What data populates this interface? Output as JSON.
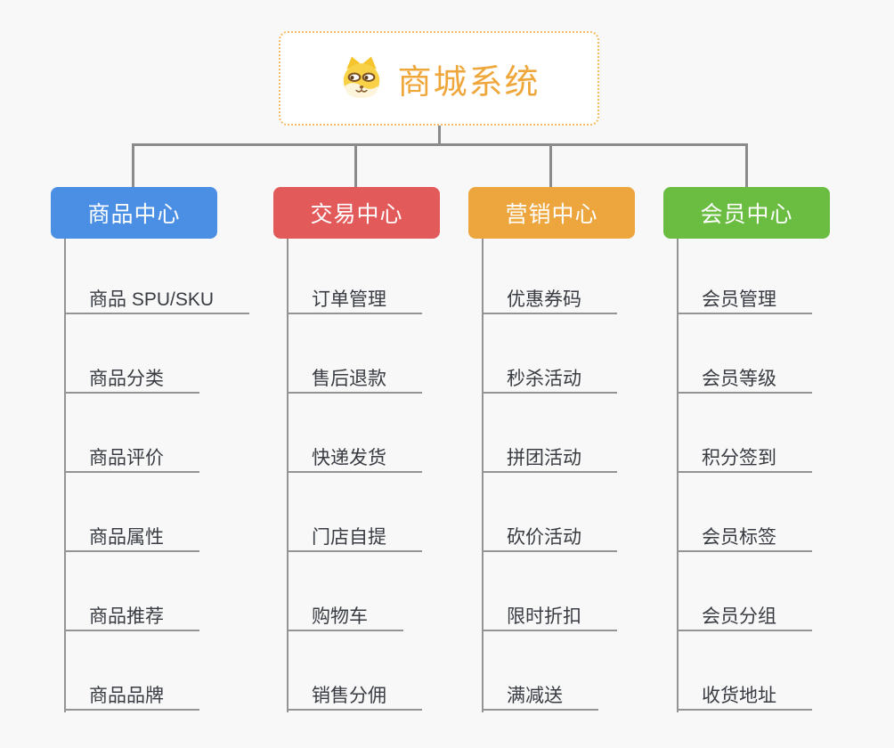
{
  "root": {
    "title": "商城系统",
    "title_color": "#efa73b",
    "border_color": "#f2bd62",
    "icon": "dog-face-icon"
  },
  "connector_color": "#8b8b8b",
  "background_color": "#f8f8f8",
  "branches": [
    {
      "label": "商品中心",
      "color": "#4a8fe4",
      "items": [
        "商品 SPU/SKU",
        "商品分类",
        "商品评价",
        "商品属性",
        "商品推荐",
        "商品品牌"
      ]
    },
    {
      "label": "交易中心",
      "color": "#e35a5a",
      "items": [
        "订单管理",
        "售后退款",
        "快递发货",
        "门店自提",
        "购物车",
        "销售分佣"
      ]
    },
    {
      "label": "营销中心",
      "color": "#eda63d",
      "items": [
        "优惠券码",
        "秒杀活动",
        "拼团活动",
        "砍价活动",
        "限时折扣",
        "满减送"
      ]
    },
    {
      "label": "会员中心",
      "color": "#6abd40",
      "items": [
        "会员管理",
        "会员等级",
        "积分签到",
        "会员标签",
        "会员分组",
        "收货地址"
      ]
    }
  ]
}
